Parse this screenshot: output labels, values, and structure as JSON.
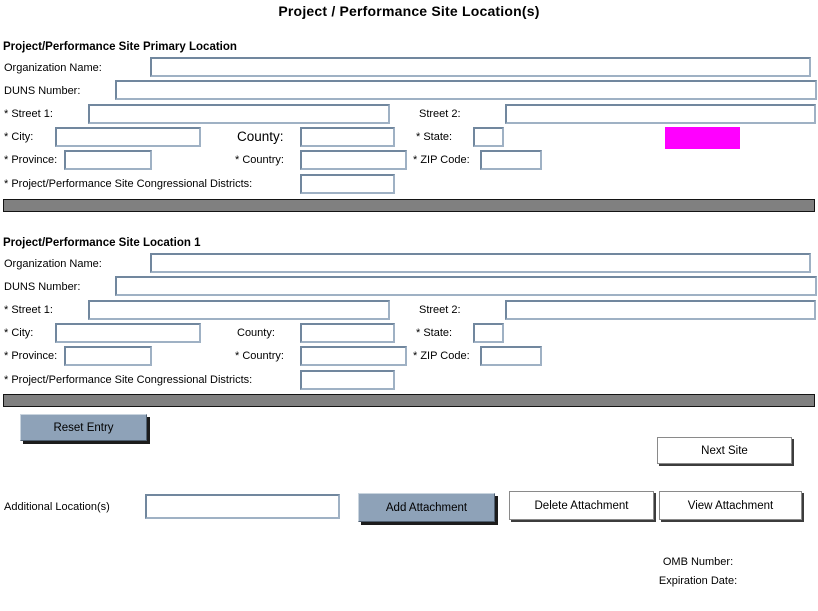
{
  "title": "Project / Performance Site Location(s)",
  "colors": {
    "highlight_box": "#ff00ff",
    "button_fill": "#8ea2b8",
    "divider_bar": "#808080",
    "field_border": "#71879e"
  },
  "sections": [
    {
      "heading": "Project/Performance Site Primary Location",
      "labels": {
        "org": "Organization Name:",
        "duns": "DUNS Number:",
        "street1": "* Street 1:",
        "street2": "Street 2:",
        "city": "* City:",
        "county": "County:",
        "state": "* State:",
        "province": "* Province:",
        "country": "* Country:",
        "zip": "* ZIP Code:",
        "districts": "* Project/Performance Site Congressional Districts:"
      }
    },
    {
      "heading": "Project/Performance Site Location 1",
      "labels": {
        "org": "Organization Name:",
        "duns": "DUNS Number:",
        "street1": "* Street 1:",
        "street2": "Street 2:",
        "city": "* City:",
        "county": "County:",
        "state": "* State:",
        "province": "* Province:",
        "country": "* Country:",
        "zip": "* ZIP Code:",
        "districts": "* Project/Performance Site Congressional Districts:"
      }
    }
  ],
  "buttons": {
    "reset": "Reset Entry",
    "next_site": "Next Site",
    "add_attachment": "Add Attachment",
    "delete_attachment": "Delete Attachment",
    "view_attachment": "View Attachment"
  },
  "additional": {
    "label": "Additional Location(s)"
  },
  "footer": {
    "omb": "OMB Number:",
    "expiration": "Expiration Date:"
  }
}
